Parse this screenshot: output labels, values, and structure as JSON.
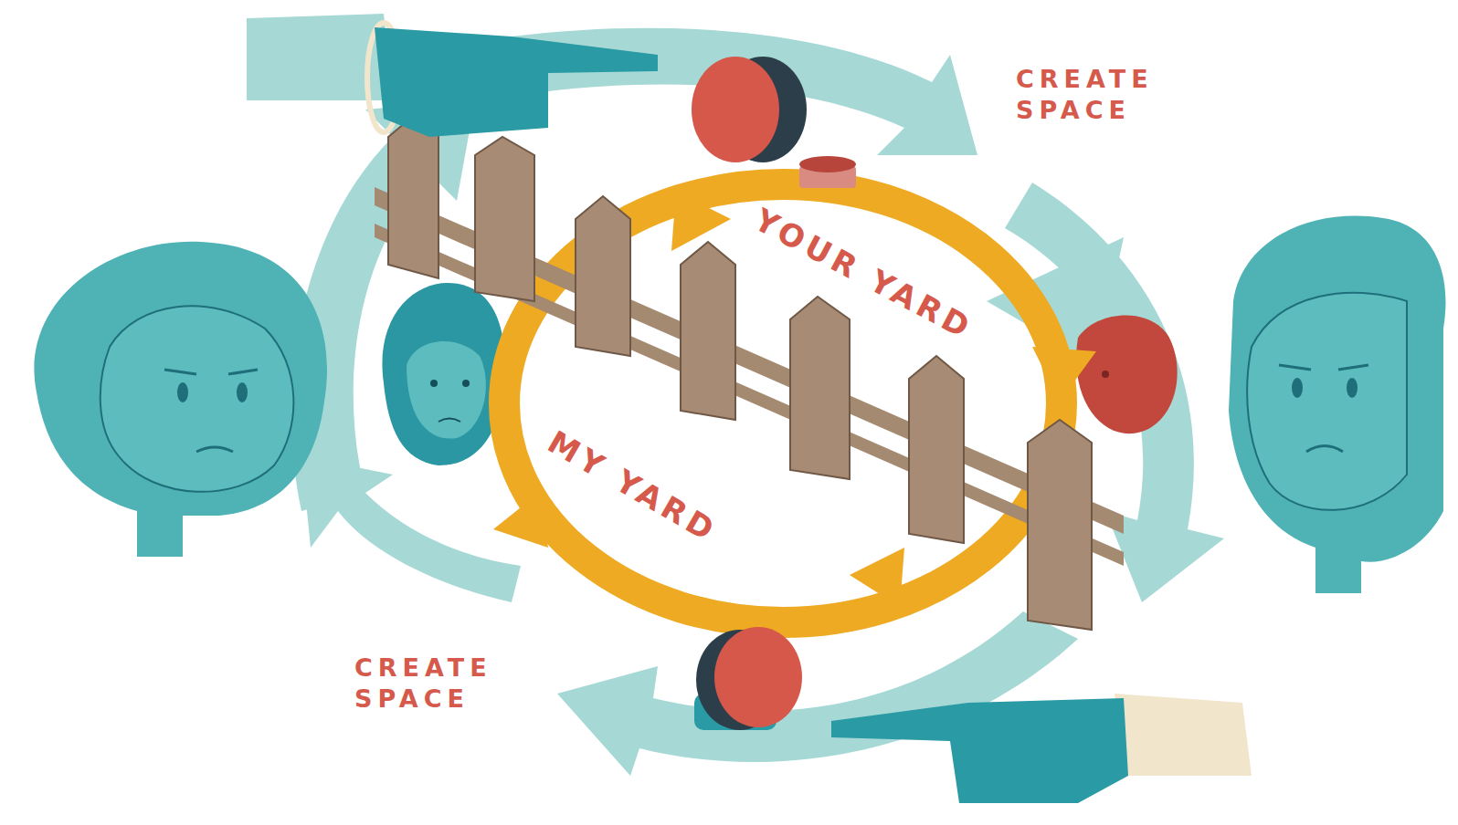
{
  "diagram": {
    "labels": [
      "CREATE SPACE",
      "YOUR YARD",
      "MY YARD",
      "CREATE SPACE"
    ]
  }
}
